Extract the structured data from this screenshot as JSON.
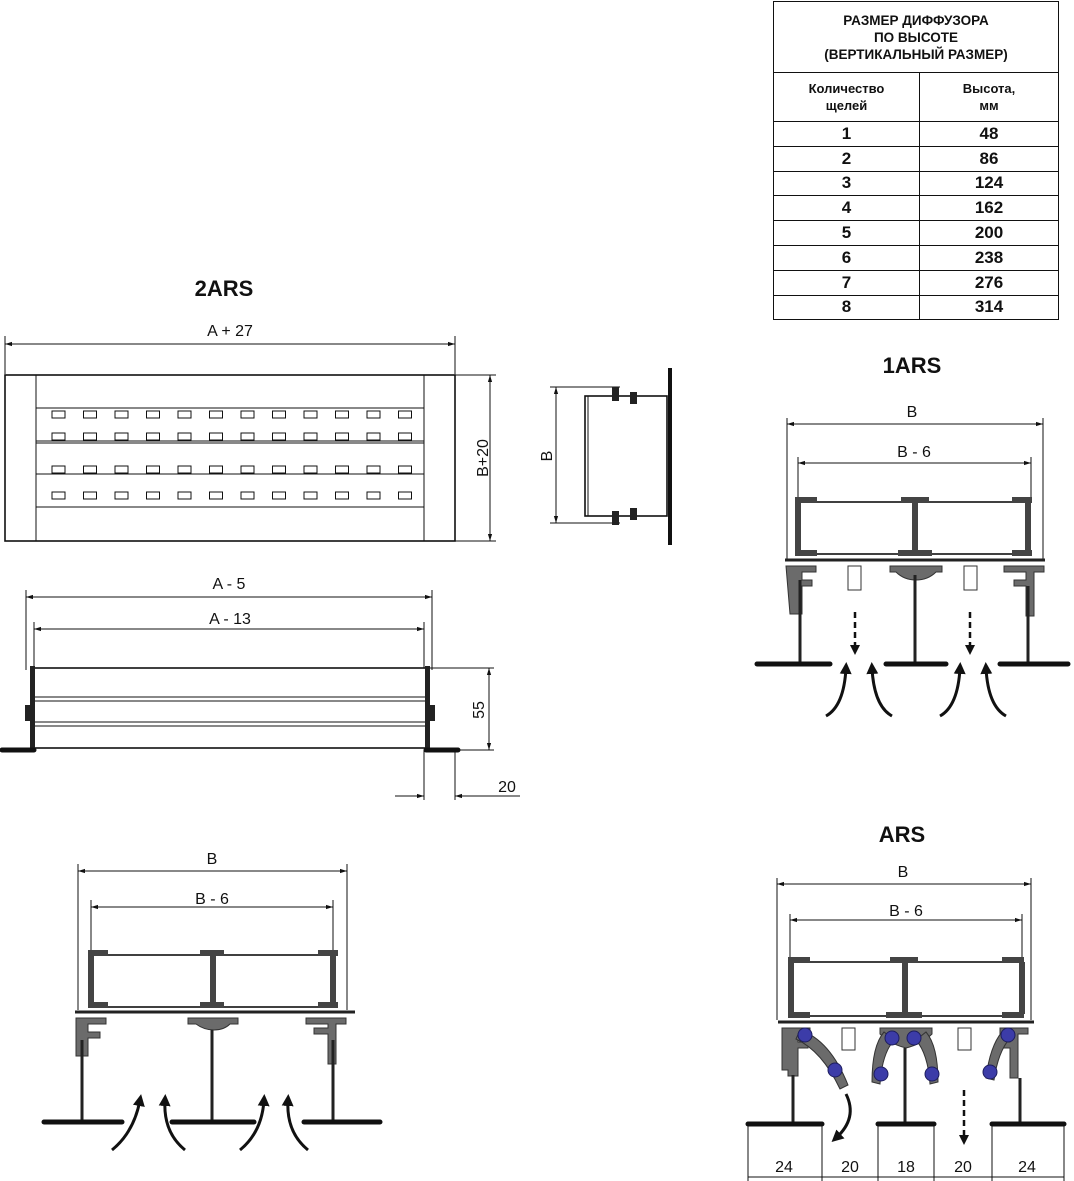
{
  "table": {
    "title_lines": [
      "РАЗМЕР ДИФФУЗОРА",
      "ПО ВЫСОТЕ",
      "(ВЕРТИКАЛЬНЫЙ РАЗМЕР)"
    ],
    "col1": [
      "Количество",
      "щелей"
    ],
    "col2": [
      "Высота,",
      "мм"
    ],
    "rows": [
      {
        "slots": "1",
        "height": "48"
      },
      {
        "slots": "2",
        "height": "86"
      },
      {
        "slots": "3",
        "height": "124"
      },
      {
        "slots": "4",
        "height": "162"
      },
      {
        "slots": "5",
        "height": "200"
      },
      {
        "slots": "6",
        "height": "238"
      },
      {
        "slots": "7",
        "height": "276"
      },
      {
        "slots": "8",
        "height": "314"
      }
    ]
  },
  "views": {
    "front_title": "2ARS",
    "front_width": "A + 27",
    "front_height": "B+20",
    "side_dim": "B",
    "bottom_outer": "A - 5",
    "bottom_inner": "A - 13",
    "bottom_height": "55",
    "bottom_flange": "20",
    "section_2ars_outer": "B",
    "section_2ars_inner": "B - 6",
    "section_1ars_title": "1ARS",
    "section_1ars_outer": "B",
    "section_1ars_inner": "B - 6",
    "section_ars_title": "ARS",
    "section_ars_outer": "B",
    "section_ars_inner": "B - 6",
    "ars_dims": [
      "24",
      "20",
      "18",
      "20",
      "24"
    ]
  }
}
